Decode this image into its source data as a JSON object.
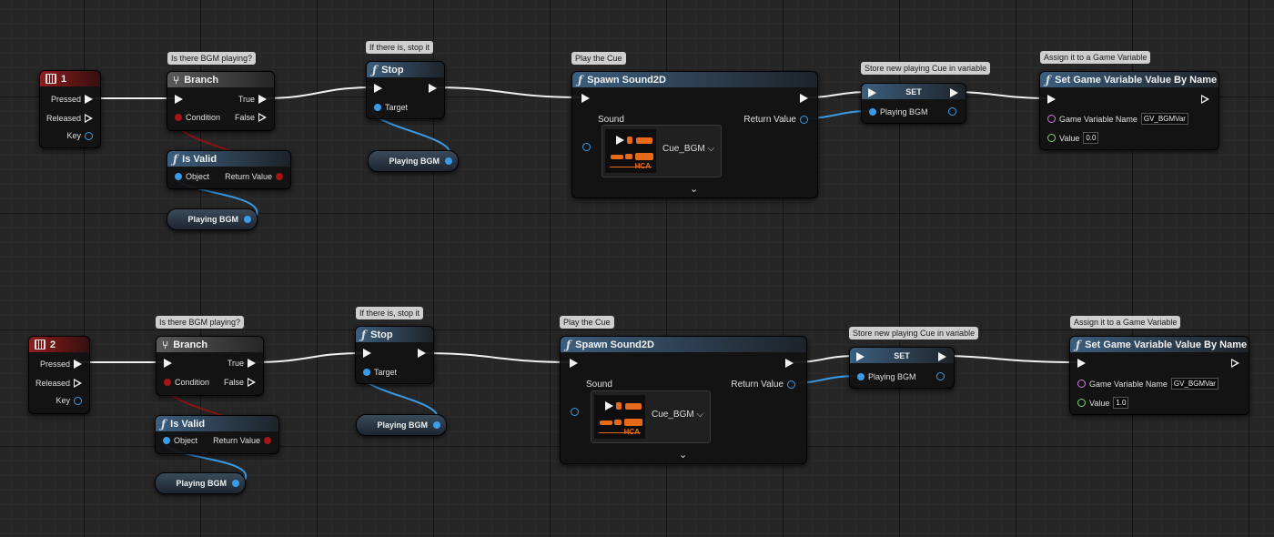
{
  "row1": {
    "event": {
      "key": "1",
      "pins": {
        "pressed": "Pressed",
        "released": "Released",
        "key": "Key"
      }
    },
    "branch": {
      "comment": "Is there BGM playing?",
      "title": "Branch",
      "condition": "Condition",
      "true": "True",
      "false": "False"
    },
    "isvalid": {
      "title": "Is Valid",
      "object": "Object",
      "return": "Return Value"
    },
    "var_get_1": "Playing BGM",
    "stop": {
      "comment": "If there is, stop it",
      "title": "Stop",
      "target": "Target"
    },
    "var_get_2": "Playing BGM",
    "spawn": {
      "comment": "Play the Cue",
      "title": "Spawn Sound2D",
      "sound": "Sound",
      "return": "Return Value",
      "asset": "Cue_BGM",
      "asset_tag": "HCA"
    },
    "set": {
      "comment": "Store new playing Cue in variable",
      "title": "SET",
      "pin": "Playing BGM"
    },
    "assign": {
      "comment": "Assign it to a Game Variable",
      "title": "Set Game Variable Value By Name",
      "name_label": "Game Variable Name",
      "name_value": "GV_BGMVar",
      "value_label": "Value",
      "value": "0.0"
    }
  },
  "row2": {
    "event": {
      "key": "2",
      "pins": {
        "pressed": "Pressed",
        "released": "Released",
        "key": "Key"
      }
    },
    "branch": {
      "comment": "Is there BGM playing?",
      "title": "Branch",
      "condition": "Condition",
      "true": "True",
      "false": "False"
    },
    "isvalid": {
      "title": "Is Valid",
      "object": "Object",
      "return": "Return Value"
    },
    "var_get_1": "Playing BGM",
    "stop": {
      "comment": "If there is, stop it",
      "title": "Stop",
      "target": "Target"
    },
    "var_get_2": "Playing BGM",
    "spawn": {
      "comment": "Play the Cue",
      "title": "Spawn Sound2D",
      "sound": "Sound",
      "return": "Return Value",
      "asset": "Cue_BGM",
      "asset_tag": "HCA"
    },
    "set": {
      "comment": "Store new playing Cue in variable",
      "title": "SET",
      "pin": "Playing BGM"
    },
    "assign": {
      "comment": "Assign it to a Game Variable",
      "title": "Set Game Variable Value By Name",
      "name_label": "Game Variable Name",
      "name_value": "GV_BGMVar",
      "value_label": "Value",
      "value": "1.0"
    }
  },
  "colors": {
    "exec_wire": "#f0f0f0",
    "object_wire": "#3a9be8",
    "bool_wire": "#8c1414",
    "event_header": "#8e1e1e",
    "function_header": "#3b5f7f",
    "branch_header": "#5a5a5a",
    "name_pin": "#d67be8",
    "float_pin": "#7fd36a"
  },
  "icons": {
    "event": "keyboard-icon",
    "branch": "branch-icon",
    "function": "function-icon",
    "expand": "chevron-down-icon"
  }
}
